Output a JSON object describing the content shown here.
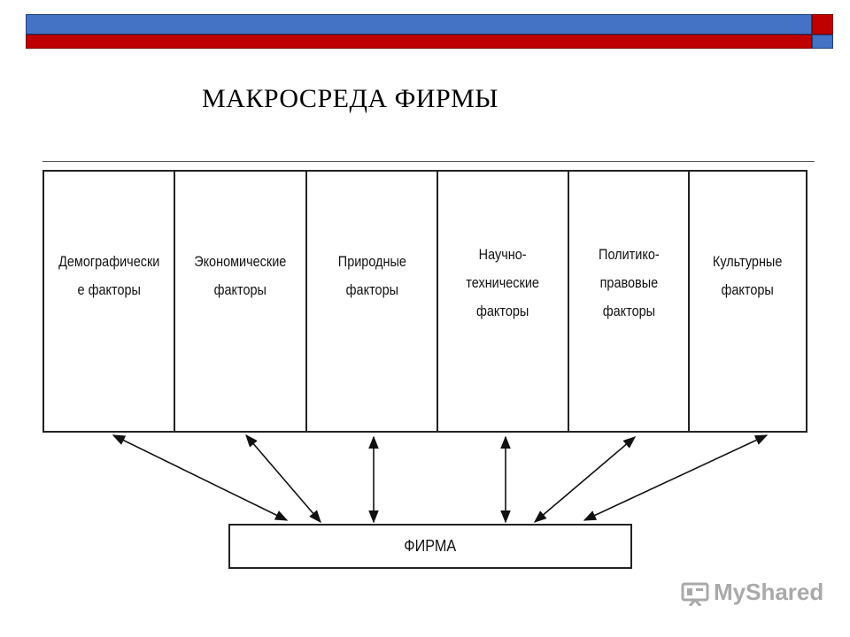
{
  "title": "МАКРОСРЕДА ФИРМЫ",
  "factors": [
    "Демографически\nе факторы",
    "Экономические\nфакторы",
    "Природные\nфакторы",
    "Научно-\nтехнические\nфакторы",
    "Политико-\nправовые\nфакторы",
    "Культурные\nфакторы"
  ],
  "firm": "ФИРМА",
  "watermark": "MyShared",
  "colors": {
    "accent_blue": "#4472c4",
    "accent_red": "#c00000"
  }
}
